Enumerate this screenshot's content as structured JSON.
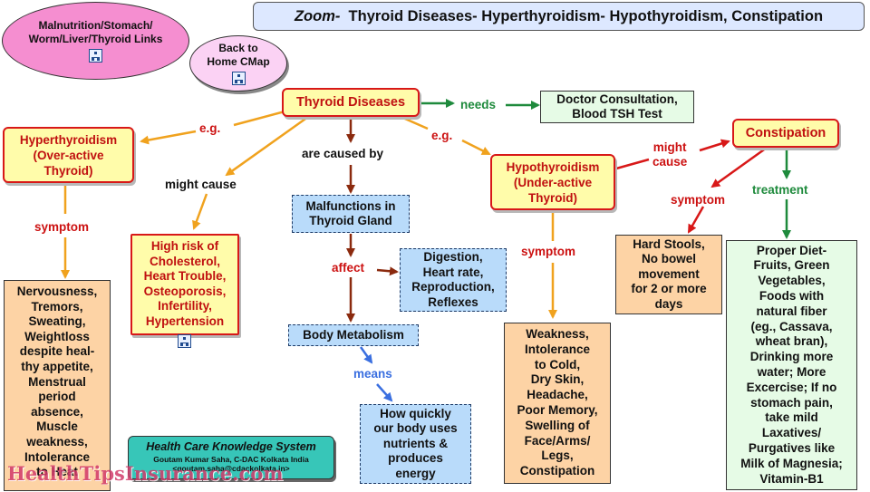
{
  "title": {
    "prefix": "Zoom-",
    "text": "Thyroid Diseases- Hyperthyroidism- Hypothyroidism, Constipation"
  },
  "links": {
    "malnutrition": [
      "Malnutrition/Stomach/",
      "Worm/Liver/Thyroid Links"
    ],
    "back_home": [
      "Back to",
      "Home CMap"
    ]
  },
  "nodes": {
    "thyroid": "Thyroid Diseases",
    "doctor": [
      "Doctor Consultation,",
      "Blood TSH Test"
    ],
    "hyper": [
      "Hyperthyroidism",
      "(Over-active",
      "Thyroid)"
    ],
    "hypo": [
      "Hypothyroidism",
      "(Under-active",
      "Thyroid)"
    ],
    "constipation": "Constipation",
    "high_risk": [
      "High risk of",
      "Cholesterol,",
      "Heart Trouble,",
      "Osteoporosis,",
      "Infertility,",
      "Hypertension"
    ],
    "malfunctions": [
      "Malfunctions in",
      "Thyroid Gland"
    ],
    "digestion": [
      "Digestion,",
      "Heart rate,",
      "Reproduction,",
      "Reflexes"
    ],
    "metabolism": "Body Metabolism",
    "how_quickly": [
      "How quickly",
      "our body uses",
      "nutrients &",
      "produces",
      "energy"
    ],
    "hyper_symptoms": [
      "Nervousness,",
      "Tremors,",
      "Sweating,",
      "Weightloss",
      "despite heal-",
      "thy appetite,",
      "Menstrual",
      "period",
      "absence,",
      "Muscle",
      "weakness,",
      "Intolerance",
      "to Heat"
    ],
    "hypo_symptoms": [
      "Weakness,",
      "Intolerance",
      "to Cold,",
      "Dry Skin,",
      "Headache,",
      "Poor Memory,",
      "Swelling of",
      "Face/Arms/",
      "Legs,",
      "Constipation"
    ],
    "hard_stools": [
      "Hard Stools,",
      "No bowel",
      "movement",
      "for 2 or more",
      "days"
    ],
    "treatment": [
      "Proper Diet-",
      "Fruits, Green",
      "Vegetables,",
      "Foods with",
      "natural fiber",
      "(eg., Cassava,",
      "wheat bran),",
      "Drinking more",
      "water; More",
      "Excercise; If no",
      "stomach pain,",
      "take mild",
      "Laxatives/",
      "Purgatives like",
      "Milk of Magnesia;",
      "Vitamin-B1"
    ]
  },
  "labels": {
    "needs": "needs",
    "eg_left": "e.g.",
    "eg_right": "e.g.",
    "caused_by": "are caused by",
    "might_cause_left": "might cause",
    "might_cause_right": [
      "might",
      "cause"
    ],
    "symptom_hyper": "symptom",
    "symptom_hypo": "symptom",
    "symptom_const": "symptom",
    "treatment": "treatment",
    "affect": "affect",
    "means": "means"
  },
  "footer": {
    "title": "Health Care Knowledge System",
    "author": "Goutam Kumar Saha, C-DAC Kolkata India",
    "email": "<goutam.saha@cdackolkata.in>"
  },
  "watermark": "HealthTipsInsurance.com",
  "colors": {
    "orange": "#f0a21e",
    "brown": "#8b2a0e",
    "green": "#1e8a3c",
    "blue": "#3a6fe0",
    "red": "#d81818"
  }
}
